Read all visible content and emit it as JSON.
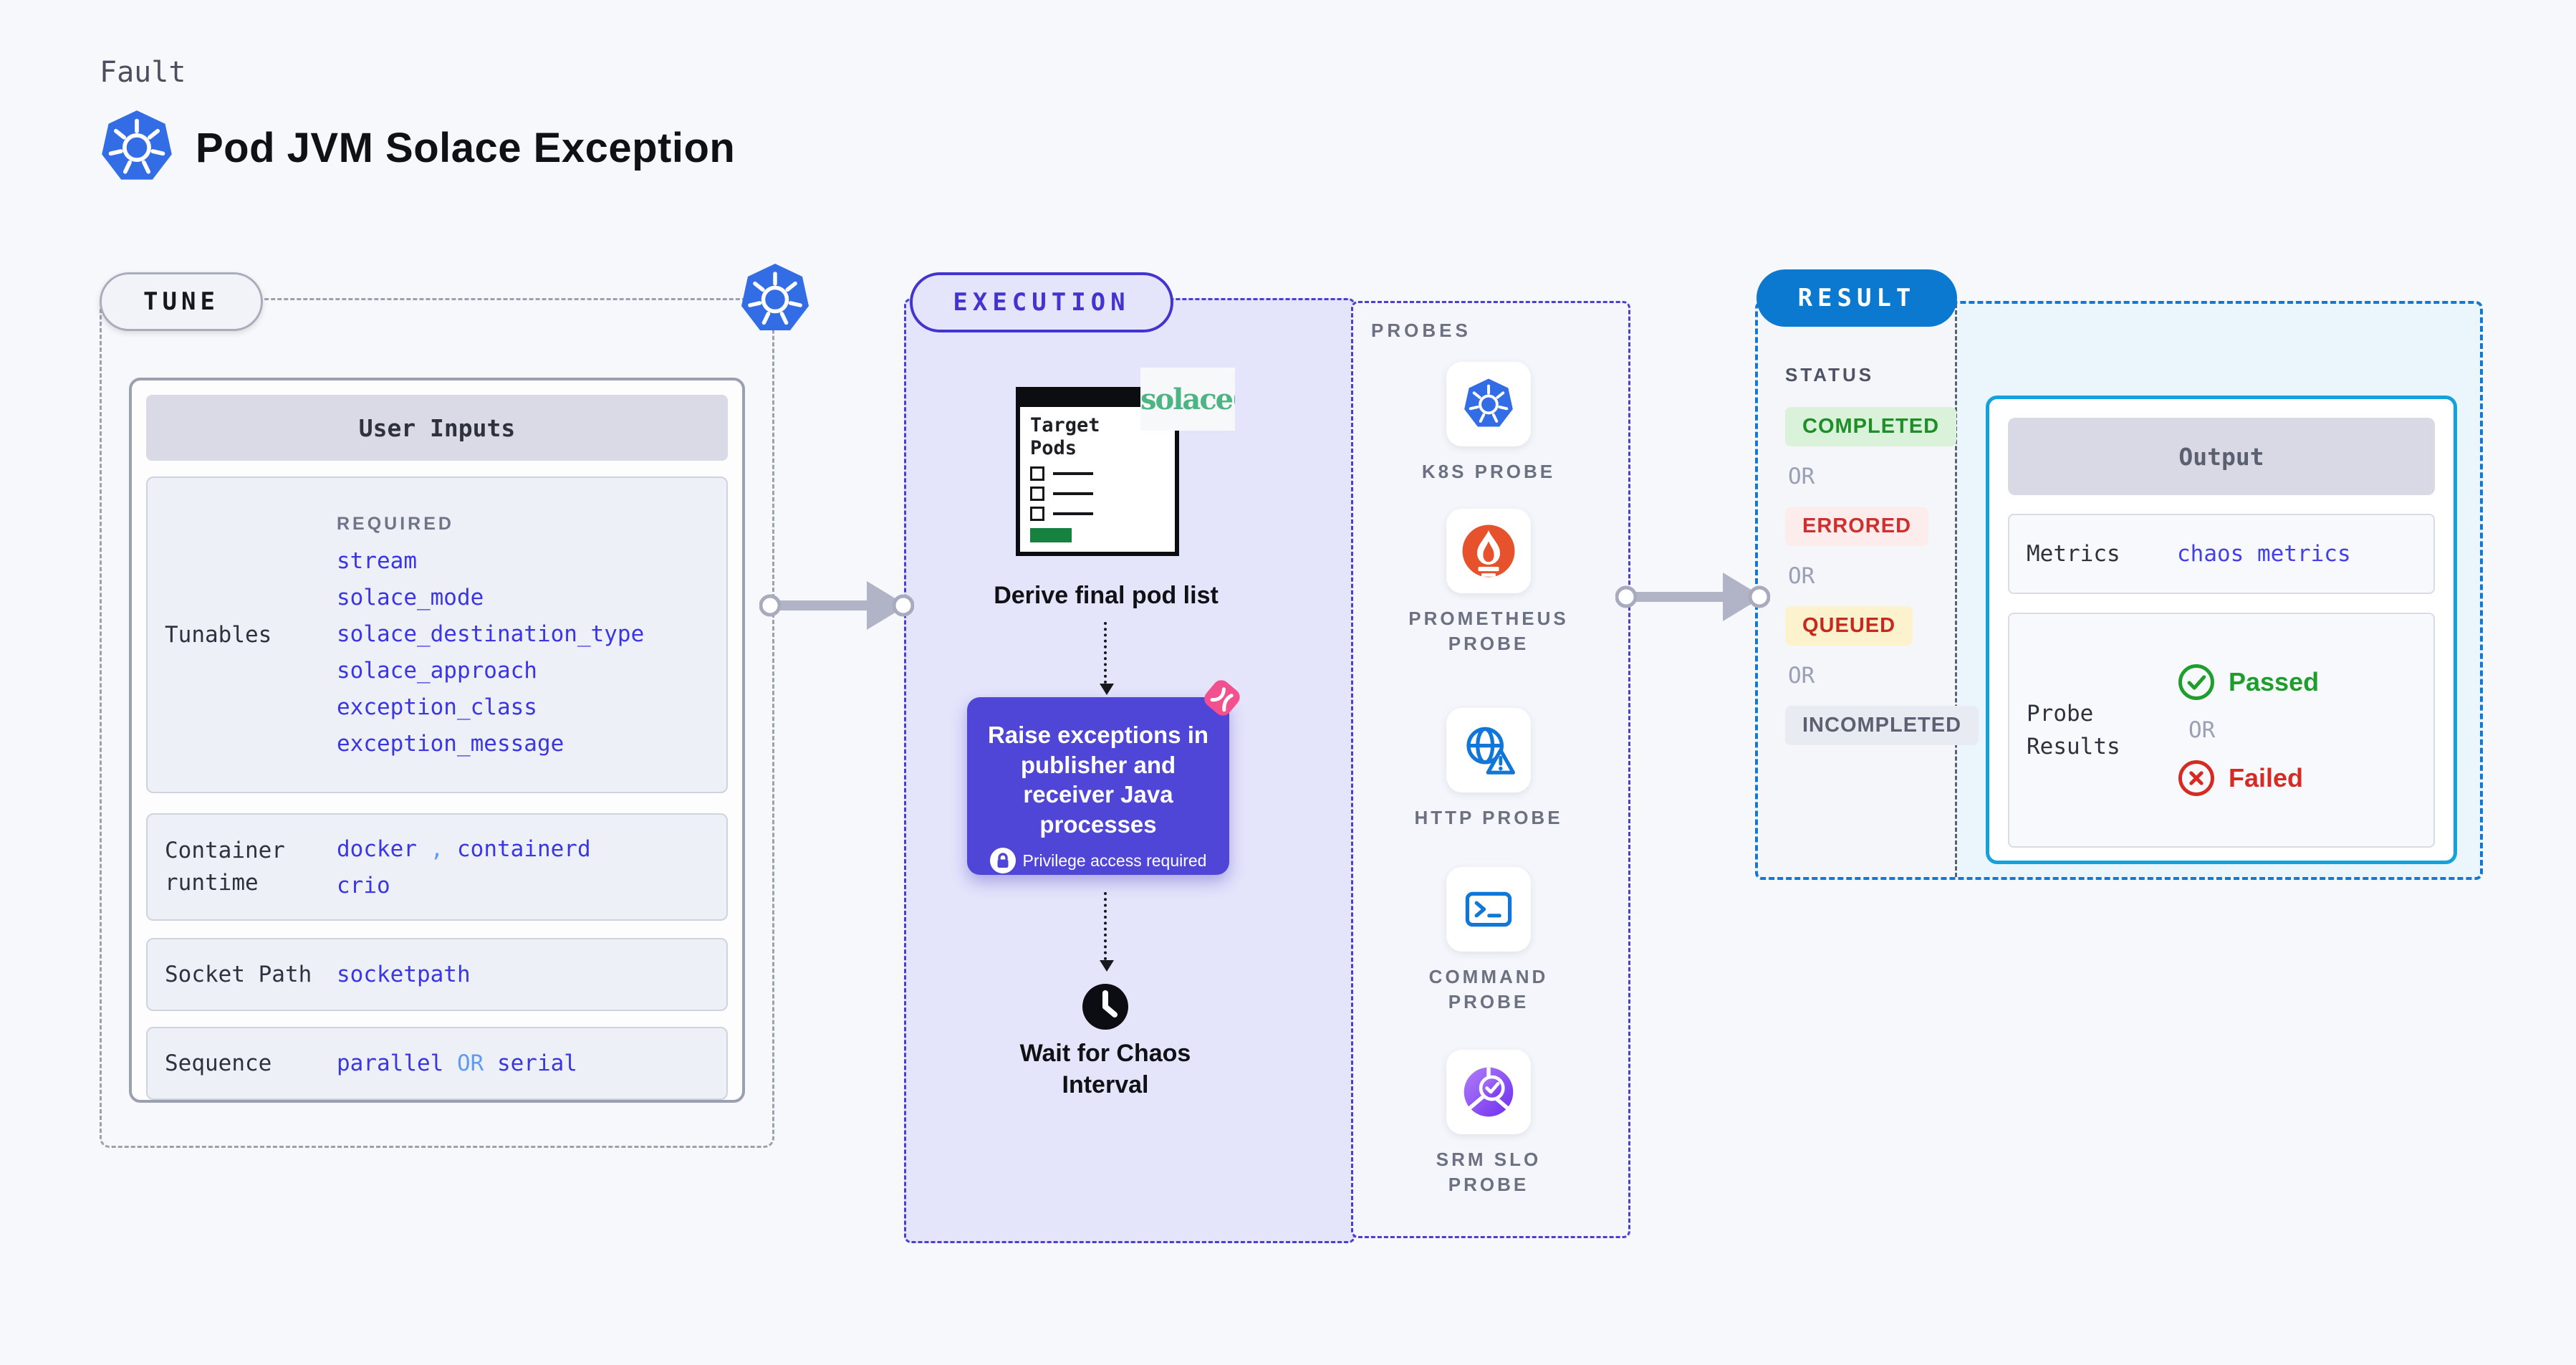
{
  "header": {
    "eyebrow": "Fault",
    "title": "Pod JVM Solace Exception"
  },
  "tune": {
    "pill": "TUNE",
    "table_title": "User Inputs",
    "required_label": "REQUIRED",
    "tunables_label": "Tunables",
    "tunables": [
      "stream",
      "solace_mode",
      "solace_destination_type",
      "solace_approach",
      "exception_class",
      "exception_message"
    ],
    "runtime_label": "Container runtime",
    "runtime_value_1": "docker",
    "runtime_sep": ",",
    "runtime_value_2": "containerd",
    "runtime_value_3": "crio",
    "socket_label": "Socket Path",
    "socket_value": "socketpath",
    "sequence_label": "Sequence",
    "sequence_value_1": "parallel",
    "sequence_or": "OR",
    "sequence_value_2": "serial"
  },
  "execution": {
    "pill": "EXECUTION",
    "target_pods_title": "Target Pods",
    "solace_logo": "solace",
    "derive_label": "Derive final pod list",
    "raise_text": "Raise exceptions in publisher and receiver Java processes",
    "privilege_text": "Privilege access required",
    "wait_text": "Wait for Chaos Interval"
  },
  "probes": {
    "title": "PROBES",
    "items": [
      {
        "label": "K8S PROBE",
        "icon": "kubernetes-icon"
      },
      {
        "label": "PROMETHEUS PROBE",
        "icon": "prometheus-icon"
      },
      {
        "label": "HTTP PROBE",
        "icon": "http-globe-icon"
      },
      {
        "label": "COMMAND PROBE",
        "icon": "terminal-icon"
      },
      {
        "label": "SRM SLO PROBE",
        "icon": "srm-slo-icon"
      }
    ]
  },
  "result": {
    "pill": "RESULT",
    "status_label": "STATUS",
    "or_label": "OR",
    "statuses": [
      {
        "label": "COMPLETED",
        "bg": "#d9f2d9",
        "color": "#1e8e28"
      },
      {
        "label": "ERRORED",
        "bg": "#fdecec",
        "color": "#d02f2f"
      },
      {
        "label": "QUEUED",
        "bg": "#fcf2cd",
        "color": "#c6291d"
      },
      {
        "label": "INCOMPLETED",
        "bg": "#e9ebf3",
        "color": "#5c6172"
      }
    ],
    "output": {
      "title": "Output",
      "metrics_label": "Metrics",
      "metrics_value": "chaos metrics",
      "probe_results_label": "Probe Results",
      "passed": "Passed",
      "or": "OR",
      "failed": "Failed"
    }
  },
  "colors": {
    "accent_indigo": "#4b3ed2",
    "value_blue": "#3b36e3",
    "result_blue": "#0b79d0",
    "output_cyan": "#15a2dc",
    "purple_step": "#4f46d8",
    "kubernetes_blue": "#326de6",
    "prometheus_orange": "#e6522c",
    "solace_green": "#4db584",
    "chaos_pink": "#f2508f"
  }
}
